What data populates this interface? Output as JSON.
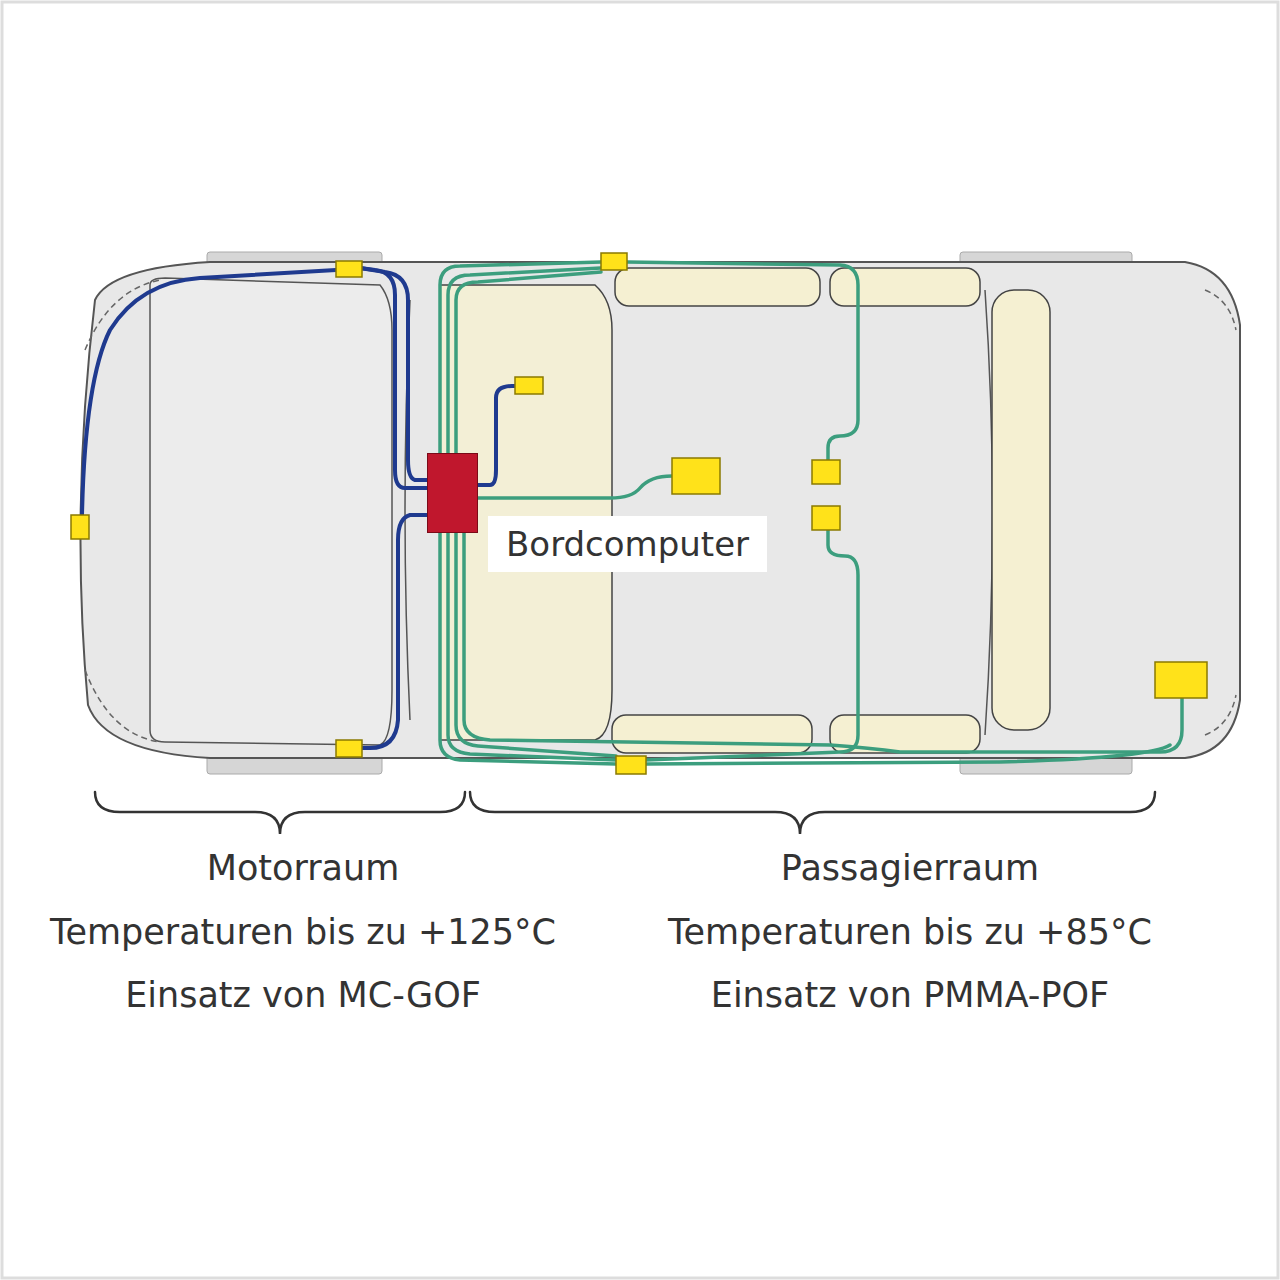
{
  "diagram": {
    "nodes": [
      {
        "text": [
          "Bordcomputer"
        ]
      }
    ],
    "labels": [
      "Motorraum",
      "Temperaturen bis zu +125°C",
      "Einsatz von MC-GOF",
      "Passagierraum",
      "Temperaturen bis zu +85°C",
      "Einsatz von PMMA-POF"
    ]
  }
}
